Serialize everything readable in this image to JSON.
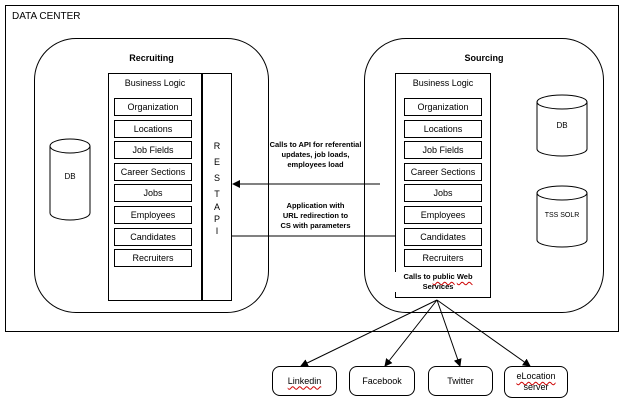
{
  "datacenter": {
    "label": "DATA CENTER"
  },
  "recruiting": {
    "title": "Recruiting",
    "panel_title": "Business Logic",
    "items": [
      "Organization",
      "Locations",
      "Job Fields",
      "Career Sections",
      "Jobs",
      "Employees",
      "Candidates",
      "Recruiters"
    ],
    "db_label": "DB",
    "rest_letters": [
      "R",
      "E",
      "S",
      "T",
      "A",
      "P",
      "I"
    ]
  },
  "sourcing": {
    "title": "Sourcing",
    "panel_title": "Business Logic",
    "items": [
      "Organization",
      "Locations",
      "Job Fields",
      "Career Sections",
      "Jobs",
      "Employees",
      "Candidates",
      "Recruiters"
    ],
    "db_label": "DB",
    "solr_label": "TSS SOLR",
    "web_note_line1_prefix": "Calls to ",
    "web_note_public": "public",
    "web_note_web": "Web",
    "web_note_line2": "Services"
  },
  "notes": {
    "api_calls": [
      "Calls to API for referential",
      "updates, job loads,",
      "employees load"
    ],
    "redirect": [
      "Application with",
      "URL redirection to",
      "CS with parameters"
    ]
  },
  "external": {
    "linkedin": "Linkedin",
    "facebook": "Facebook",
    "twitter": "Twitter",
    "elocation_line1": "eLocation",
    "elocation_line2": "server"
  }
}
